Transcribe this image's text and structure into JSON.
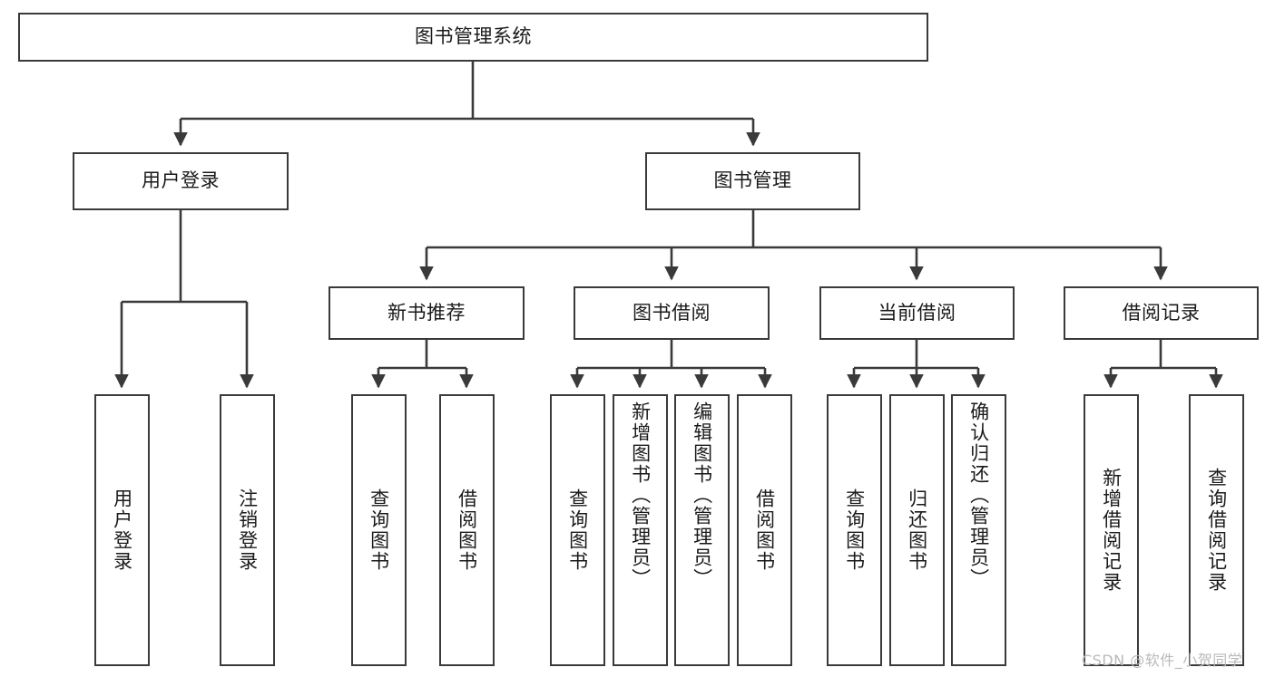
{
  "diagram": {
    "type": "tree-hierarchy-functional-decomposition",
    "title": "图书管理系统",
    "watermark": "CSDN @软件_小贺同学",
    "colors": {
      "stroke": "#3a3a3a",
      "fill": "#ffffff",
      "text": "#1a1a1a",
      "watermark": "#b9b9b9"
    },
    "root": {
      "label": "图书管理系统"
    },
    "level2": [
      {
        "label": "用户登录"
      },
      {
        "label": "图书管理"
      }
    ],
    "level3": [
      {
        "label": "新书推荐"
      },
      {
        "label": "图书借阅"
      },
      {
        "label": "当前借阅"
      },
      {
        "label": "借阅记录"
      }
    ],
    "leaves": {
      "user_login": [
        {
          "label": "用户登录"
        },
        {
          "label": "注销登录"
        }
      ],
      "new_book": [
        {
          "label": "查询图书"
        },
        {
          "label": "借阅图书"
        }
      ],
      "book_borrow": [
        {
          "label": "查询图书"
        },
        {
          "label": "新增图书（管理员）"
        },
        {
          "label": "编辑图书（管理员）"
        },
        {
          "label": "借阅图书"
        }
      ],
      "current_borrow": [
        {
          "label": "查询图书"
        },
        {
          "label": "归还图书"
        },
        {
          "label": "确认归还（管理员）"
        }
      ],
      "borrow_record": [
        {
          "label": "新增借阅记录"
        },
        {
          "label": "查询借阅记录"
        }
      ]
    }
  }
}
